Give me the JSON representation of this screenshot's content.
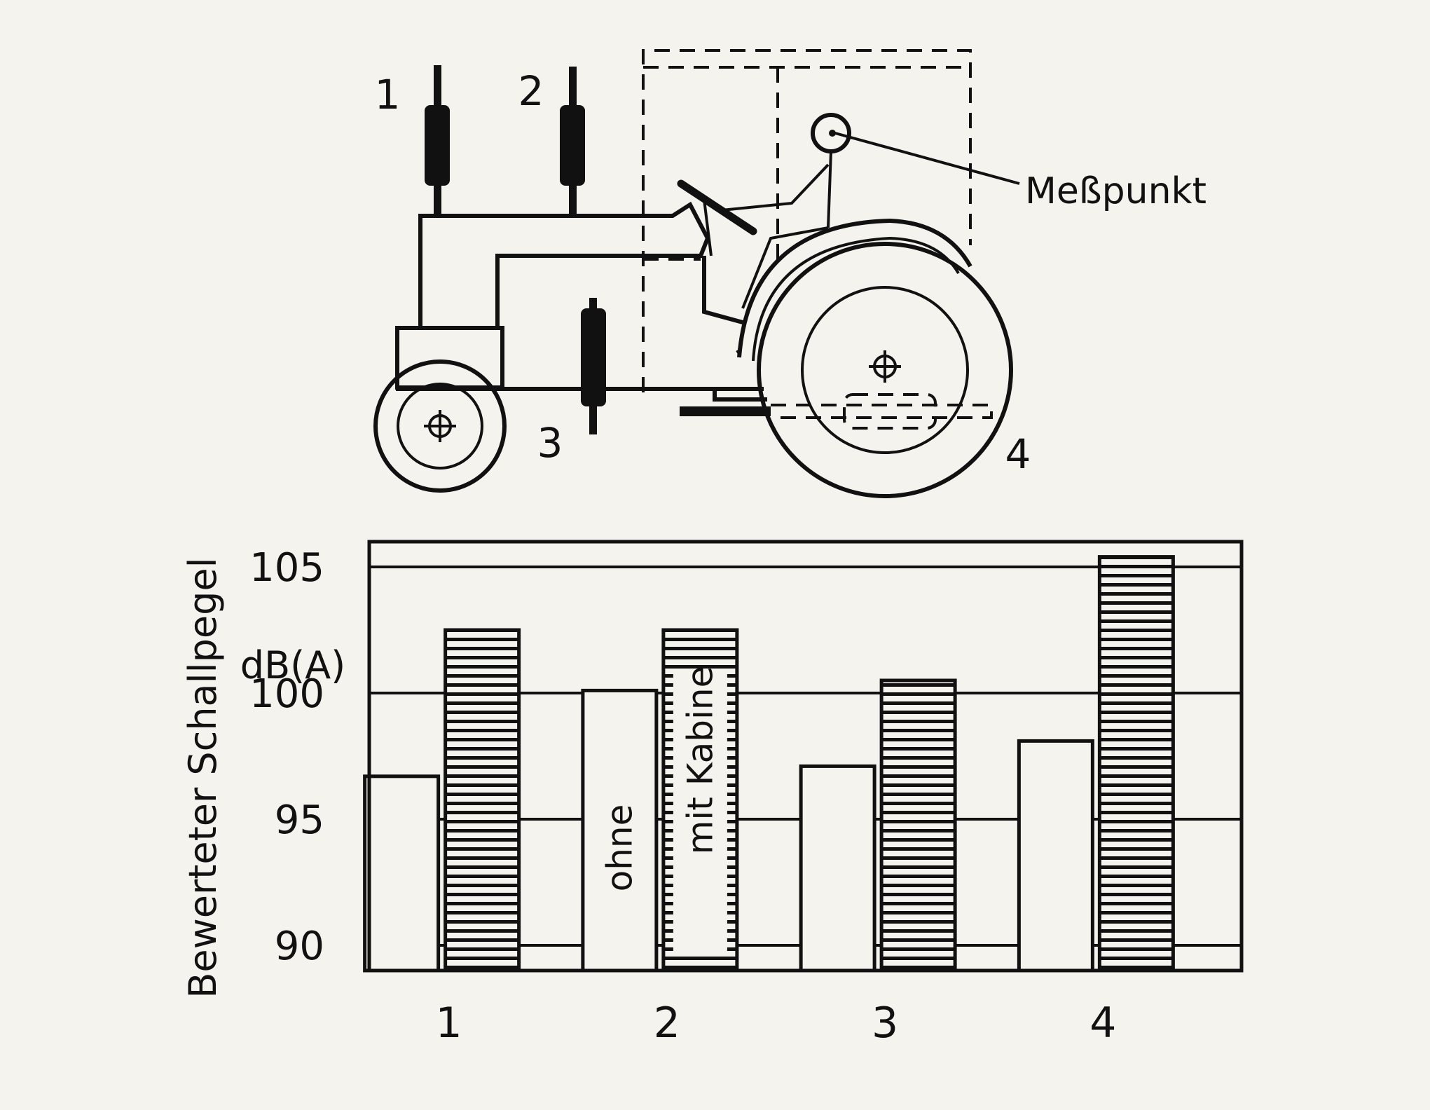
{
  "diagram": {
    "position_labels": [
      "1",
      "2",
      "3",
      "4"
    ],
    "measurement_point_label": "Meßpunkt"
  },
  "chart_data": {
    "type": "bar",
    "ylabel": "Bewerteter Schallpegel",
    "yunit": "dB(A)",
    "categories": [
      "1",
      "2",
      "3",
      "4"
    ],
    "yticks": [
      90,
      95,
      100,
      105
    ],
    "ylim": [
      89,
      106
    ],
    "grid": true,
    "series": [
      {
        "name": "ohne",
        "values": [
          96.7,
          100.1,
          97.1,
          98.1
        ],
        "pattern": "plain"
      },
      {
        "name": "mit Kabine",
        "values": [
          102.5,
          102.5,
          100.5,
          105.4
        ],
        "pattern": "hatched"
      }
    ]
  }
}
